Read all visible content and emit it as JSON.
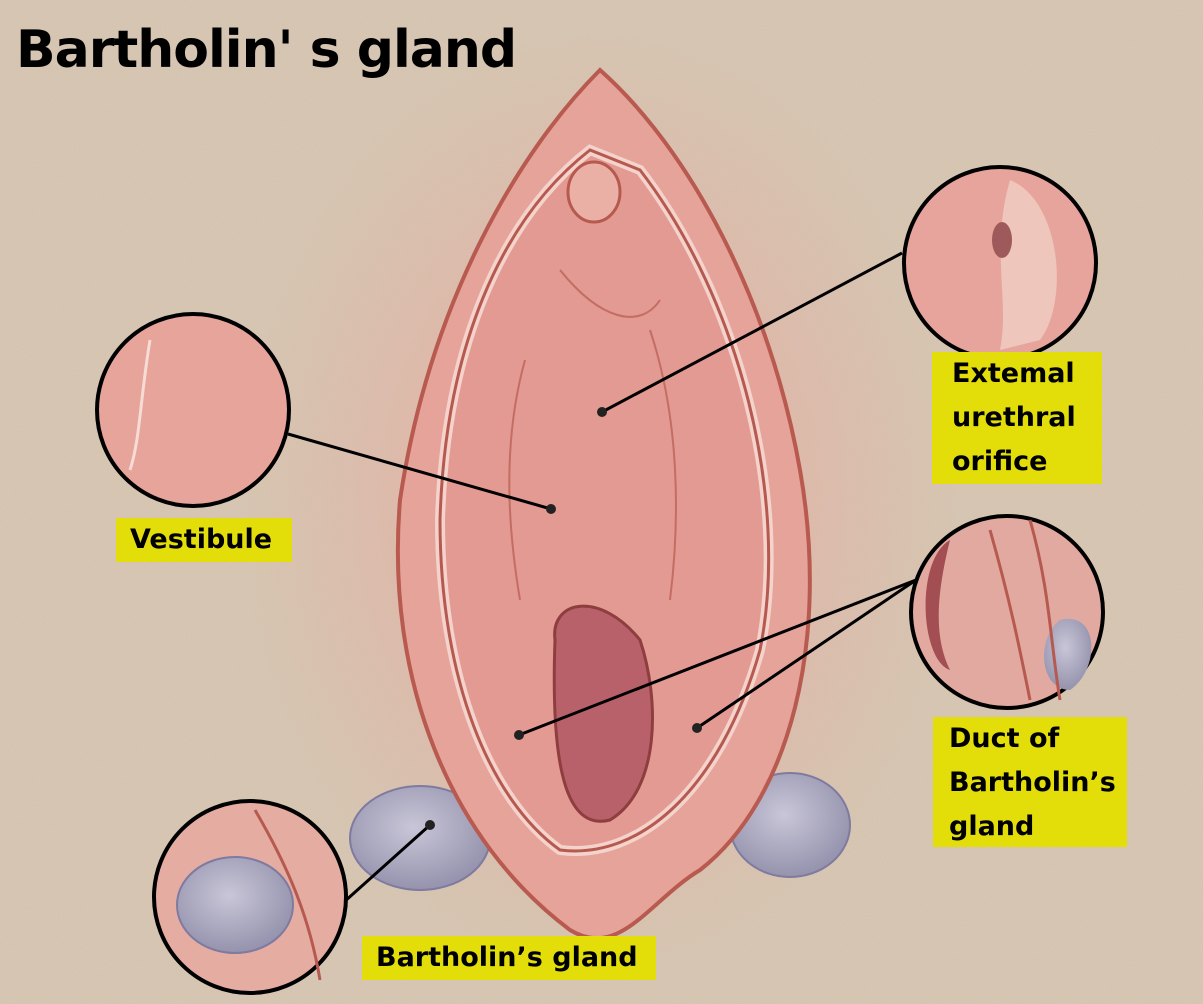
{
  "title": "Bartholin' s gland",
  "labels": {
    "external_urethral_orifice": [
      "Extemal",
      "urethral",
      "orifice"
    ],
    "vestibule": "Vestibule",
    "duct": [
      "Duct of",
      "Bartholin’s",
      "gland"
    ],
    "gland": "Bartholin’s gland"
  },
  "colors": {
    "background": "#d9c8b3",
    "label_bg": "#e3dd0a",
    "tissue": "#e8a29a",
    "gland": "#a9a6bd"
  }
}
